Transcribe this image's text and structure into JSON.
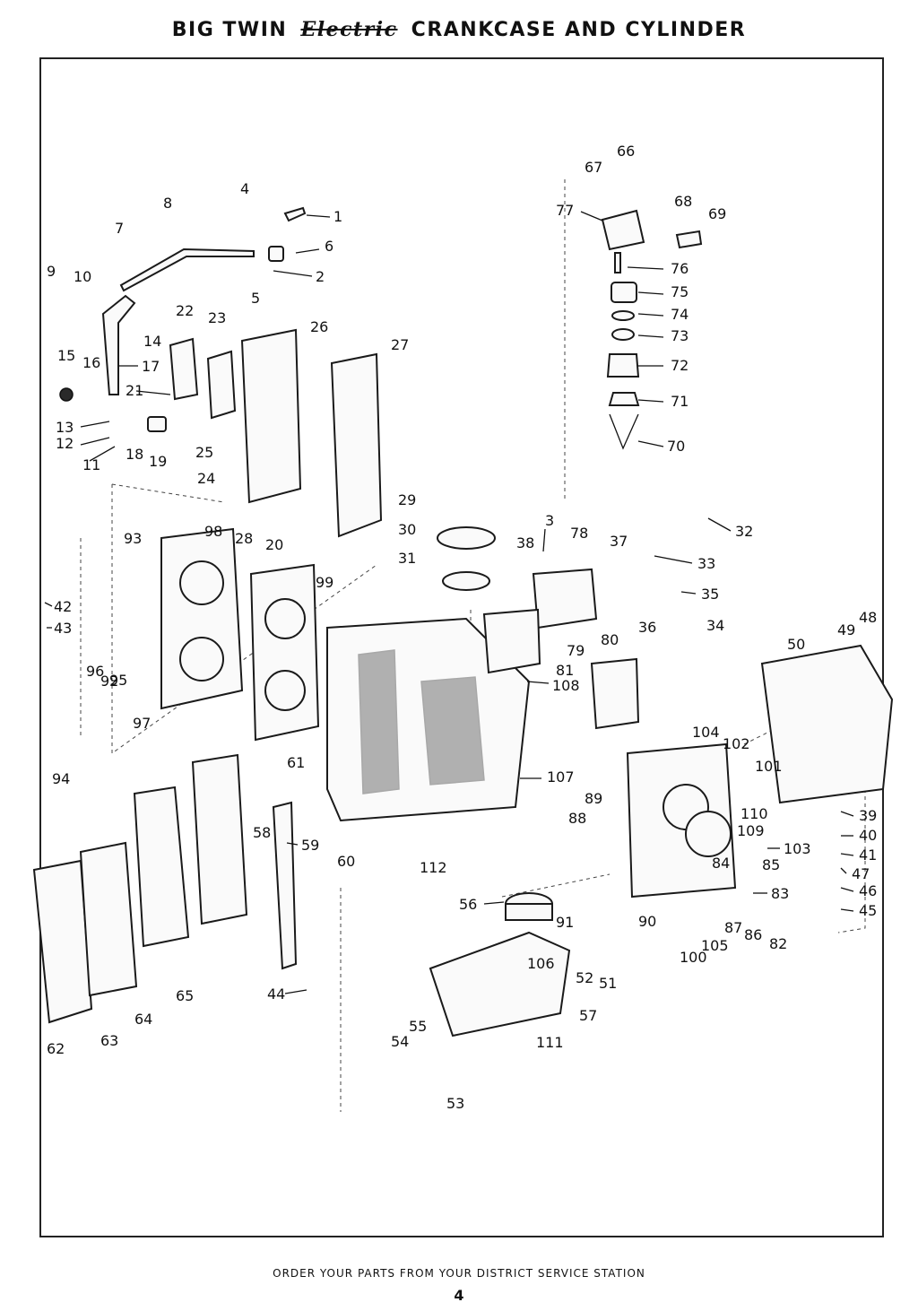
{
  "title": {
    "prefix": "BIG TWIN",
    "script": "Electric",
    "suffix": "CRANKCASE AND CYLINDER"
  },
  "footer": {
    "order_text": "ORDER YOUR PARTS FROM YOUR DISTRICT SERVICE STATION",
    "page_number": "4"
  },
  "part_labels": [
    "1",
    "2",
    "3",
    "4",
    "5",
    "6",
    "7",
    "8",
    "9",
    "10",
    "11",
    "12",
    "13",
    "14",
    "15",
    "16",
    "17",
    "18",
    "19",
    "20",
    "21",
    "22",
    "23",
    "24",
    "25",
    "26",
    "27",
    "28",
    "29",
    "30",
    "31",
    "32",
    "33",
    "34",
    "35",
    "36",
    "37",
    "38",
    "39",
    "40",
    "41",
    "42",
    "43",
    "44",
    "45",
    "46",
    "47",
    "48",
    "49",
    "50",
    "51",
    "52",
    "53",
    "54",
    "55",
    "56",
    "57",
    "58",
    "59",
    "60",
    "61",
    "62",
    "63",
    "64",
    "65",
    "66",
    "67",
    "68",
    "69",
    "70",
    "71",
    "72",
    "73",
    "74",
    "75",
    "76",
    "77",
    "78",
    "79",
    "80",
    "81",
    "82",
    "83",
    "84",
    "85",
    "86",
    "87",
    "88",
    "89",
    "90",
    "91",
    "92",
    "93",
    "94",
    "95",
    "96",
    "97",
    "98",
    "99",
    "100",
    "101",
    "102",
    "103",
    "104",
    "105",
    "106",
    "107",
    "108",
    "109",
    "110",
    "111",
    "112"
  ]
}
